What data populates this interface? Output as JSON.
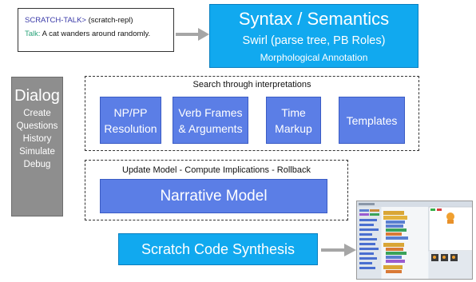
{
  "repl": {
    "prompt": "SCRATCH-TALK>",
    "command": " (scratch-repl)",
    "speaker": "Talk:",
    "utterance": " A cat wanders around randomly."
  },
  "syntax": {
    "title": "Syntax / Semantics",
    "line2": "Swirl (parse tree, PB Roles)",
    "line3": "Morphological Annotation"
  },
  "dialog": {
    "title": "Dialog",
    "items": [
      "Create",
      "Questions",
      "History",
      "Simulate",
      "Debug"
    ]
  },
  "search": {
    "caption": "Search through interpretations",
    "boxes": [
      {
        "line1": "NP/PP",
        "line2": "Resolution"
      },
      {
        "line1": "Verb Frames",
        "line2": "& Arguments"
      },
      {
        "line1": "Time",
        "line2": "Markup"
      },
      {
        "line1": "Templates"
      }
    ]
  },
  "update": {
    "caption": "Update Model - Compute Implications - Rollback",
    "narrative": "Narrative Model"
  },
  "synthesis": {
    "label": "Scratch Code Synthesis"
  },
  "colors": {
    "cyan": "#11a9ef",
    "blue": "#5b7ee6",
    "grey": "#8e8e8e",
    "arrow": "#a6a6a6"
  }
}
